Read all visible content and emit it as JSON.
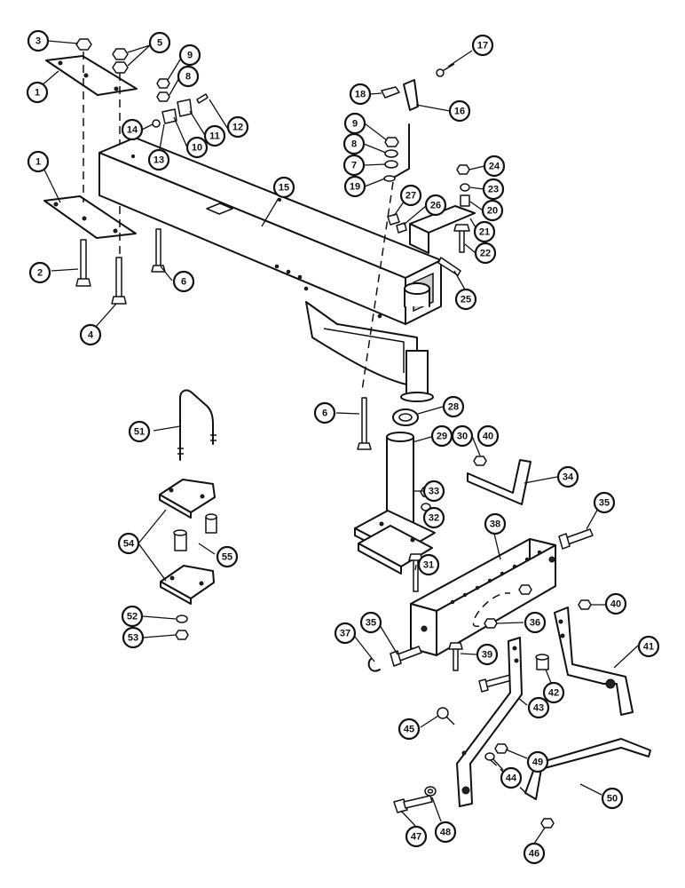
{
  "callouts": [
    {
      "id": "c3a",
      "label": "3"
    },
    {
      "id": "c5",
      "label": "5"
    },
    {
      "id": "c1a",
      "label": "1"
    },
    {
      "id": "c9a",
      "label": "9"
    },
    {
      "id": "c8a",
      "label": "8"
    },
    {
      "id": "c12",
      "label": "12"
    },
    {
      "id": "c11",
      "label": "11"
    },
    {
      "id": "c10",
      "label": "10"
    },
    {
      "id": "c13",
      "label": "13"
    },
    {
      "id": "c14",
      "label": "14"
    },
    {
      "id": "c17",
      "label": "17"
    },
    {
      "id": "c18",
      "label": "18"
    },
    {
      "id": "c16",
      "label": "16"
    },
    {
      "id": "c9b",
      "label": "9"
    },
    {
      "id": "c8b",
      "label": "8"
    },
    {
      "id": "c7",
      "label": "7"
    },
    {
      "id": "c19",
      "label": "19"
    },
    {
      "id": "c15",
      "label": "15"
    },
    {
      "id": "c1b",
      "label": "1"
    },
    {
      "id": "c24",
      "label": "24"
    },
    {
      "id": "c23",
      "label": "23"
    },
    {
      "id": "c20",
      "label": "20"
    },
    {
      "id": "c27",
      "label": "27"
    },
    {
      "id": "c26",
      "label": "26"
    },
    {
      "id": "c21",
      "label": "21"
    },
    {
      "id": "c22",
      "label": "22"
    },
    {
      "id": "c25",
      "label": "25"
    },
    {
      "id": "c2",
      "label": "2"
    },
    {
      "id": "c6a",
      "label": "6"
    },
    {
      "id": "c4",
      "label": "4"
    },
    {
      "id": "c6b",
      "label": "6"
    },
    {
      "id": "c28",
      "label": "28"
    },
    {
      "id": "c29",
      "label": "29"
    },
    {
      "id": "c30",
      "label": "30"
    },
    {
      "id": "c40a",
      "label": "40"
    },
    {
      "id": "c34",
      "label": "34"
    },
    {
      "id": "c51",
      "label": "51"
    },
    {
      "id": "c33",
      "label": "33"
    },
    {
      "id": "c32",
      "label": "32"
    },
    {
      "id": "c35a",
      "label": "35"
    },
    {
      "id": "c54",
      "label": "54"
    },
    {
      "id": "c55",
      "label": "55"
    },
    {
      "id": "c38",
      "label": "38"
    },
    {
      "id": "c31",
      "label": "31"
    },
    {
      "id": "c36",
      "label": "36"
    },
    {
      "id": "c40b",
      "label": "40"
    },
    {
      "id": "c52",
      "label": "52"
    },
    {
      "id": "c53",
      "label": "53"
    },
    {
      "id": "c37",
      "label": "37"
    },
    {
      "id": "c35b",
      "label": "35"
    },
    {
      "id": "c39",
      "label": "39"
    },
    {
      "id": "c41",
      "label": "41"
    },
    {
      "id": "c42",
      "label": "42"
    },
    {
      "id": "c43",
      "label": "43"
    },
    {
      "id": "c45",
      "label": "45"
    },
    {
      "id": "c49",
      "label": "49"
    },
    {
      "id": "c44",
      "label": "44"
    },
    {
      "id": "c50",
      "label": "50"
    },
    {
      "id": "c47",
      "label": "47"
    },
    {
      "id": "c48",
      "label": "48"
    },
    {
      "id": "c46",
      "label": "46"
    }
  ]
}
